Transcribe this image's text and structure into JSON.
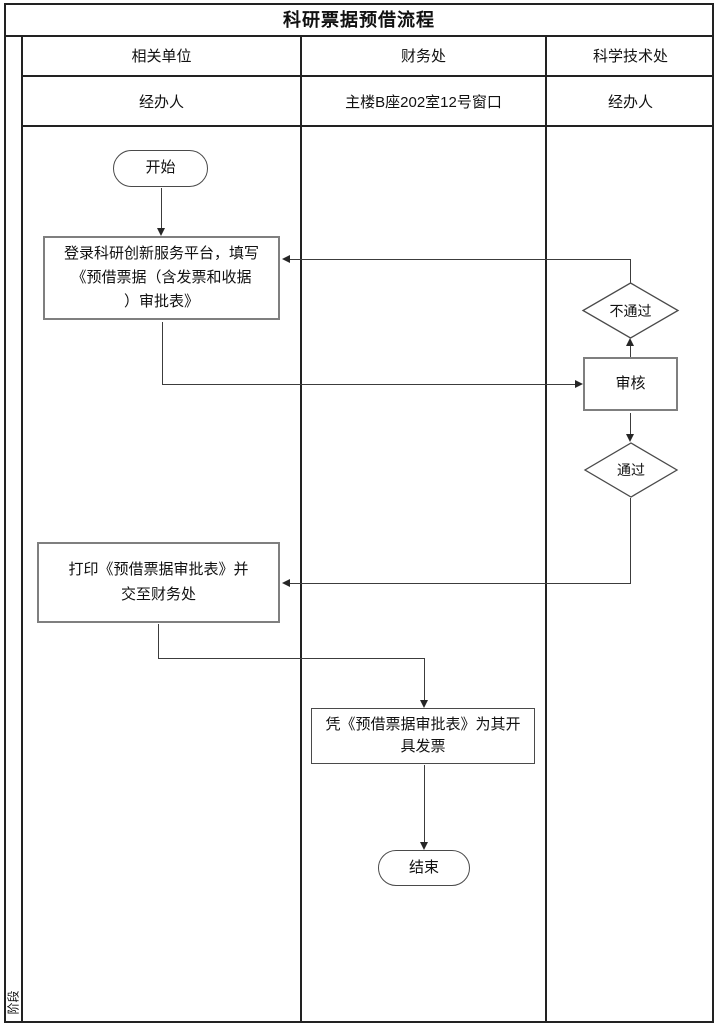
{
  "title": "科研票据预借流程",
  "phase_label": "阶段",
  "lanes": {
    "col1": {
      "dept": "相关单位",
      "role": "经办人"
    },
    "col2": {
      "dept": "财务处",
      "role": "主楼B座202室12号窗口"
    },
    "col3": {
      "dept": "科学技术处",
      "role": "经办人"
    }
  },
  "nodes": {
    "start": {
      "label": "开始"
    },
    "fill_form": {
      "lines": [
        "登录科研创新服务平台，填写",
        "《预借票据（含发票和收据",
        "）审批表》"
      ]
    },
    "reject": {
      "label": "不通过"
    },
    "review": {
      "label": "审核"
    },
    "pass": {
      "label": "通过"
    },
    "print_form": {
      "lines": [
        "打印《预借票据审批表》并",
        "交至财务处"
      ]
    },
    "issue_invoice": {
      "lines": [
        "凭《预借票据审批表》为其开",
        "具发票"
      ]
    },
    "end": {
      "label": "结束"
    }
  },
  "colors": {
    "grid_line": "#222222",
    "connector": "#3c3c3c",
    "process_border": "#7f7f7f",
    "terminal_border": "#4a4a4a",
    "background": "#ffffff",
    "text": "#111111"
  }
}
